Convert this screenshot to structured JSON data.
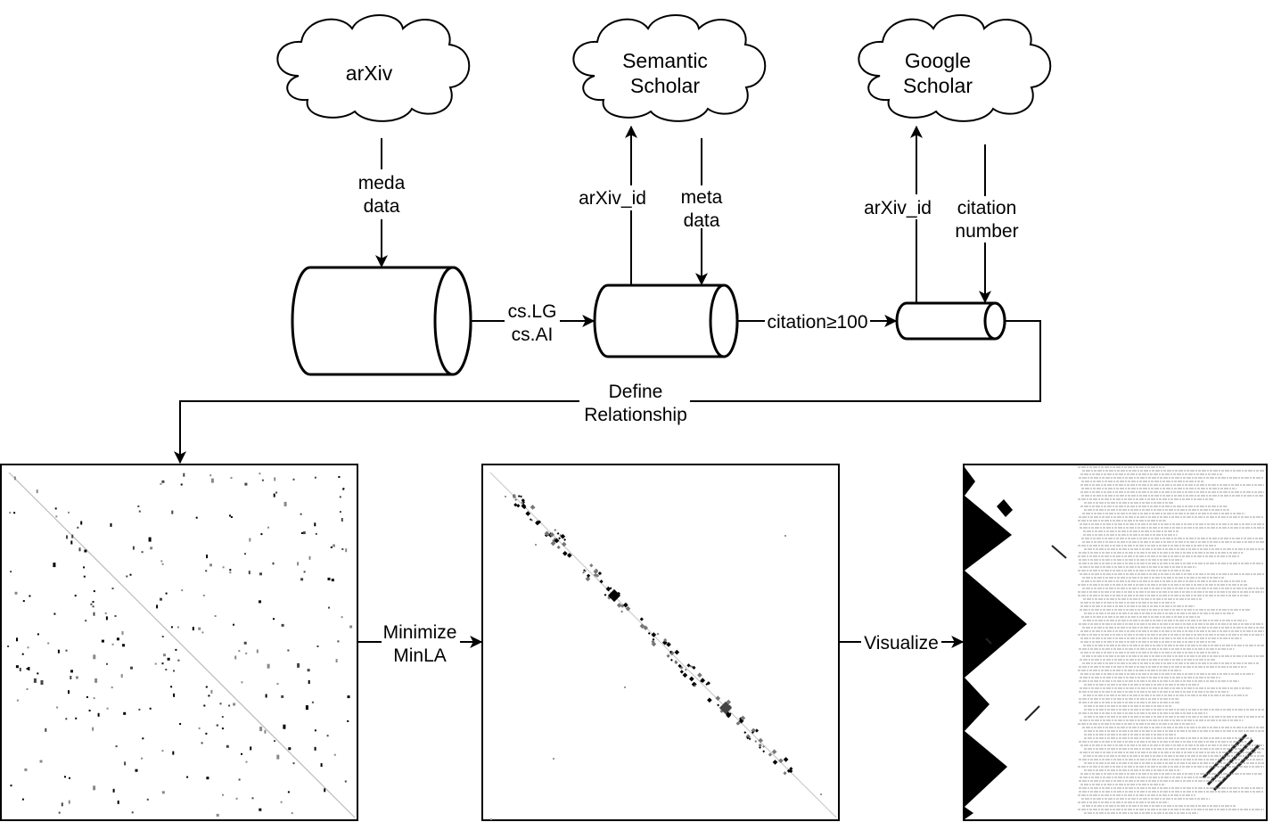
{
  "sources": {
    "arxiv": "arXiv",
    "semantic_scholar": [
      "Semantic",
      "Scholar"
    ],
    "google_scholar": [
      "Google",
      "Scholar"
    ]
  },
  "edges": {
    "arxiv_metadata": [
      "meda",
      "data"
    ],
    "arxiv_id_to_semantic": "arXiv_id",
    "semantic_metadata": [
      "meta",
      "data"
    ],
    "arxiv_id_to_google": "arXiv_id",
    "citation_number": [
      "citation",
      "number"
    ],
    "category_filter": [
      "cs.LG",
      "cs.AI"
    ],
    "citation_filter": "citation≥100",
    "define_relationship": [
      "Define",
      "Relationship"
    ],
    "minimize": [
      "Minimize",
      "MinLA"
    ],
    "visualize": "Visualize"
  }
}
